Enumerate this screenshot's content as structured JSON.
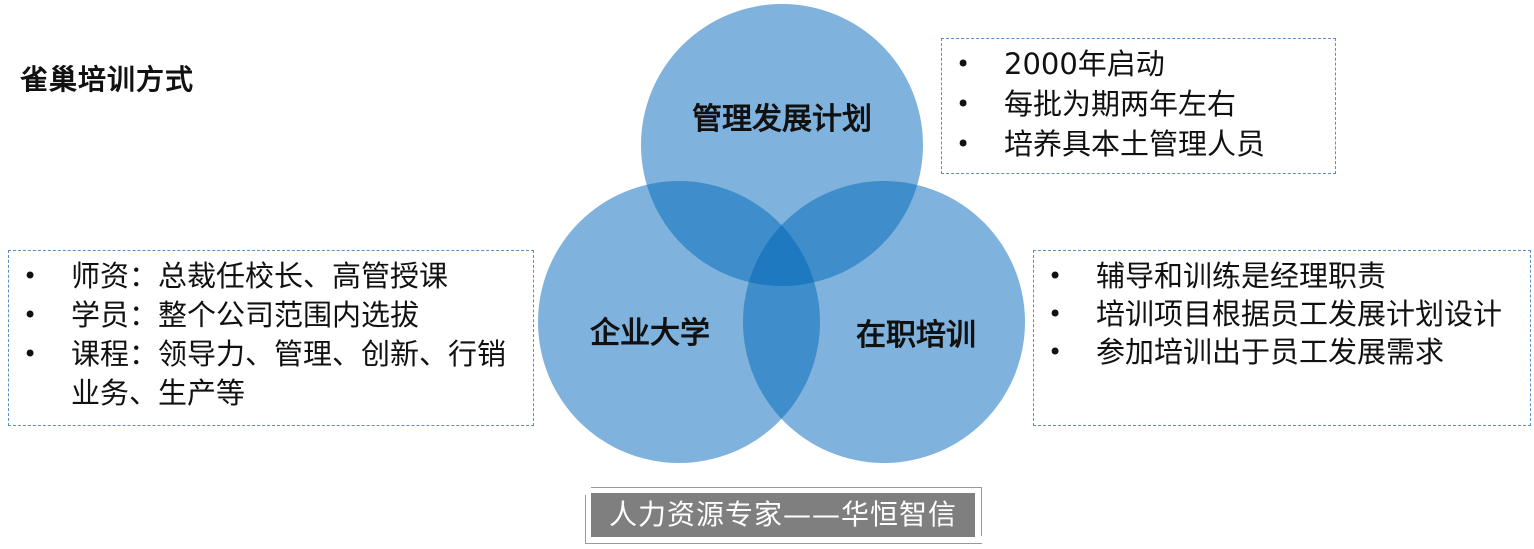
{
  "title": "雀巢培训方式",
  "circles": {
    "top": "管理发展计划",
    "left": "企业大学",
    "right": "在职培训"
  },
  "boxes": {
    "management_development": [
      "2000年启动",
      "每批为期两年左右",
      "培养具本土管理人员"
    ],
    "corporate_university": [
      "师资：总裁任校长、高管授课",
      "学员：整个公司范围内选拔",
      "课程：领导力、管理、创新、行销业务、生产等"
    ],
    "on_the_job": [
      "辅导和训练是经理职责",
      "培训项目根据员工发展计划设计",
      "参加培训出于员工发展需求"
    ]
  },
  "footer": "人力资源专家——华恒智信",
  "colors": {
    "circle": "#7fb2dc",
    "overlap_two": "#3f8ecb",
    "overlap_three": "#1e79c0",
    "border": "#5a8fc0"
  }
}
